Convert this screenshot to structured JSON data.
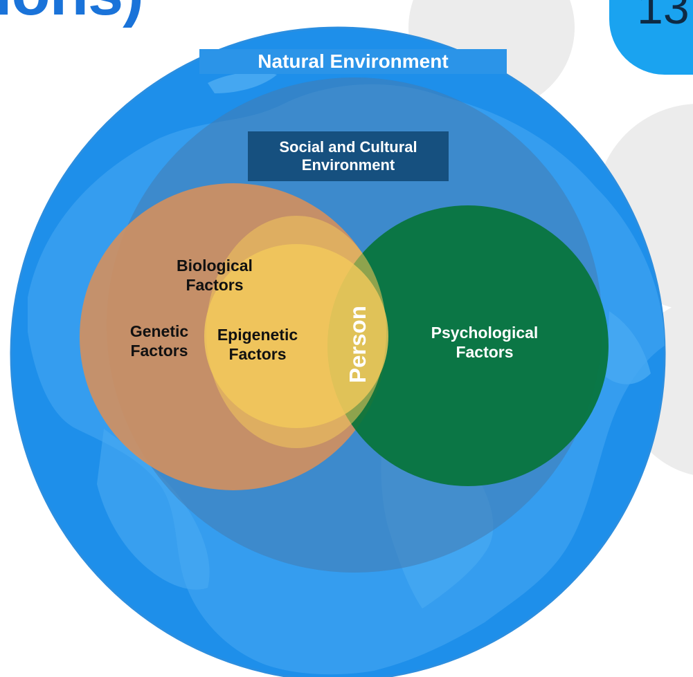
{
  "header": {
    "title_fragment": "ions)",
    "page_number_fragment": "13"
  },
  "diagram": {
    "natural_environment": "Natural Environment",
    "social_environment": {
      "line1": "Social and Cultural",
      "line2": "Environment"
    },
    "biological": {
      "line1": "Biological",
      "line2": "Factors"
    },
    "genetic": {
      "line1": "Genetic",
      "line2": "Factors"
    },
    "epigenetic": {
      "line1": "Epigenetic",
      "line2": "Factors"
    },
    "person": "Person",
    "psychological": {
      "line1": "Psychological",
      "line2": "Factors"
    }
  },
  "colors": {
    "ocean": "#1e8fea",
    "land": "#3aa2f2",
    "social_circle": "#0c4a8a",
    "biological_circle": "#d8905a",
    "epigenetic_circle": "#f2c95b",
    "psychological_circle": "#07743a",
    "natural_label_bg": "#2b94e8",
    "social_label_bg": "#16507f",
    "title_blue": "#1a73d9"
  }
}
